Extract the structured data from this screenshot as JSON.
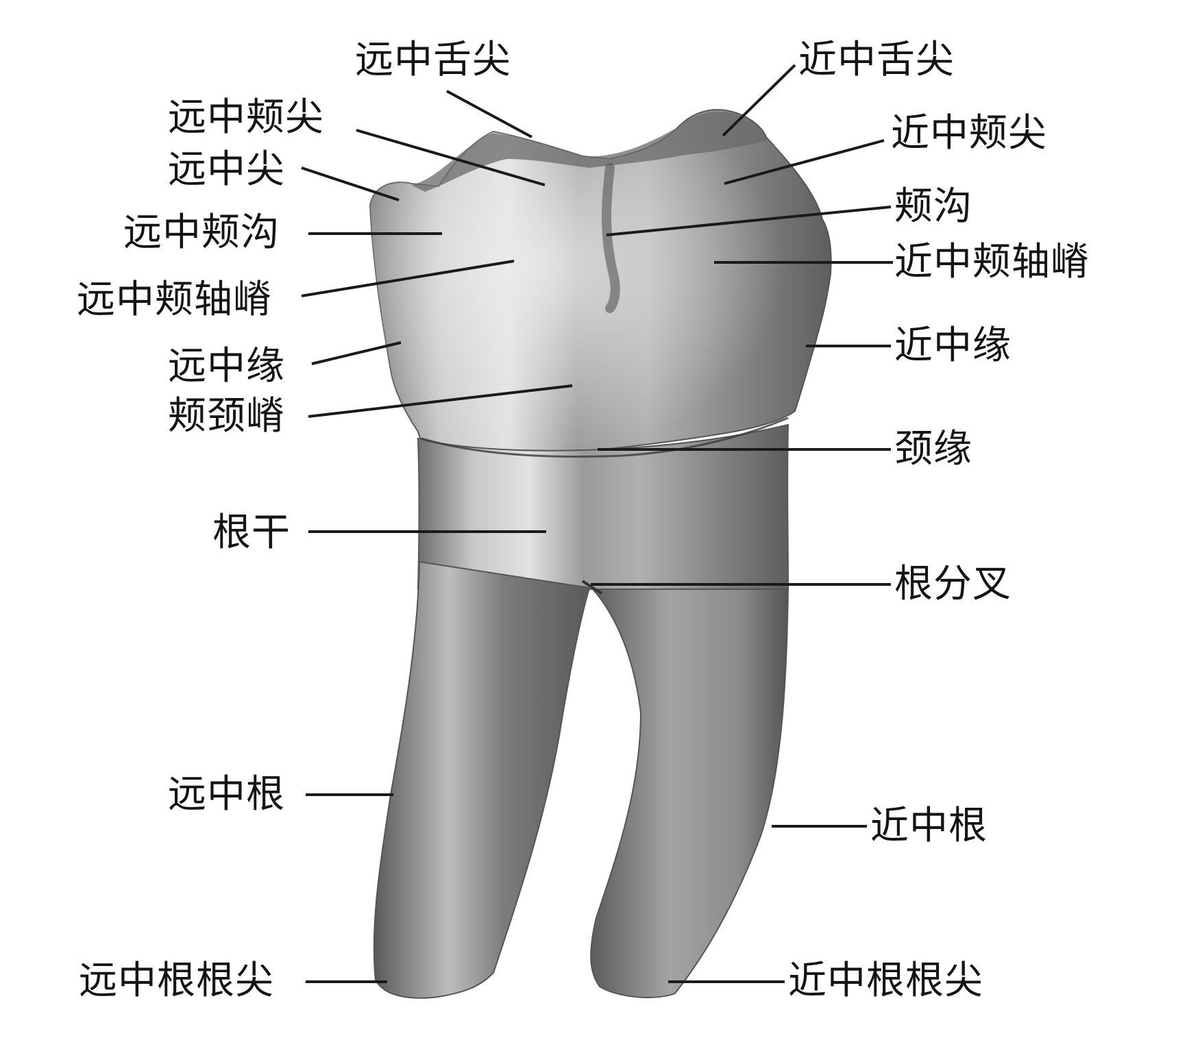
{
  "colors": {
    "background": "#ffffff",
    "text": "#141414",
    "leader": "#1a1a1a",
    "tooth_mid": "#8c8c8c",
    "tooth_light": "#d8d8d8",
    "tooth_dark": "#4a4a4a"
  },
  "labels": {
    "distal_lingual_cusp": "远中舌尖",
    "mesial_lingual_cusp": "近中舌尖",
    "distobuccal_cusp": "远中颊尖",
    "mesiobuccal_cusp": "近中颊尖",
    "distal_cusp": "远中尖",
    "buccal_groove": "颊沟",
    "distobuccal_groove": "远中颊沟",
    "mesiobuccal_axial_ridge": "近中颊轴嵴",
    "distobuccal_axial_ridge": "远中颊轴嵴",
    "mesial_margin": "近中缘",
    "distal_margin": "远中缘",
    "buccal_cervical_ridge": "颊颈嵴",
    "cervical_line": "颈缘",
    "root_trunk": "根干",
    "root_furcation": "根分叉",
    "distal_root": "远中根",
    "mesial_root": "近中根",
    "distal_root_apex": "远中根根尖",
    "mesial_root_apex": "近中根根尖"
  }
}
